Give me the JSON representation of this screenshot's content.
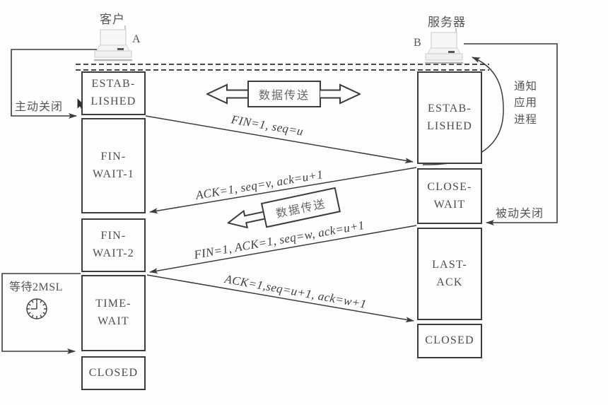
{
  "actors": {
    "client": {
      "name": "客户",
      "node": "A"
    },
    "server": {
      "name": "服务器",
      "node": "B"
    }
  },
  "client_states": [
    {
      "id": "established",
      "label": "ESTAB-\nLISHED"
    },
    {
      "id": "fin-wait-1",
      "label": "FIN-\nWAIT-1"
    },
    {
      "id": "fin-wait-2",
      "label": "FIN-\nWAIT-2"
    },
    {
      "id": "time-wait",
      "label": "TIME-\nWAIT"
    },
    {
      "id": "closed",
      "label": "CLOSED"
    }
  ],
  "server_states": [
    {
      "id": "established",
      "label": "ESTAB-\nLISHED"
    },
    {
      "id": "close-wait",
      "label": "CLOSE-\nWAIT"
    },
    {
      "id": "last-ack",
      "label": "LAST-\nACK"
    },
    {
      "id": "closed",
      "label": "CLOSED"
    }
  ],
  "messages": [
    {
      "label": "FIN=1, seq=u",
      "from": "client",
      "to": "server"
    },
    {
      "label": "ACK=1, seq=v, ack=u+1",
      "from": "server",
      "to": "client"
    },
    {
      "label": "FIN=1, ACK=1, seq=w, ack=u+1",
      "from": "server",
      "to": "client"
    },
    {
      "label": "ACK=1,seq=u+1, ack=w+1",
      "from": "client",
      "to": "server"
    }
  ],
  "annotations": {
    "active_close": "主动关闭",
    "passive_close": "被动关闭",
    "notify_app": "通知\n应用\n进程",
    "wait_2msl": "等待2MSL",
    "data_transfer_top": "数据传送",
    "data_transfer_bottom": "数据传送"
  },
  "colors": {
    "line": "#3c3c3c",
    "text": "#4a4a4a",
    "background": "#fdfdfd"
  }
}
